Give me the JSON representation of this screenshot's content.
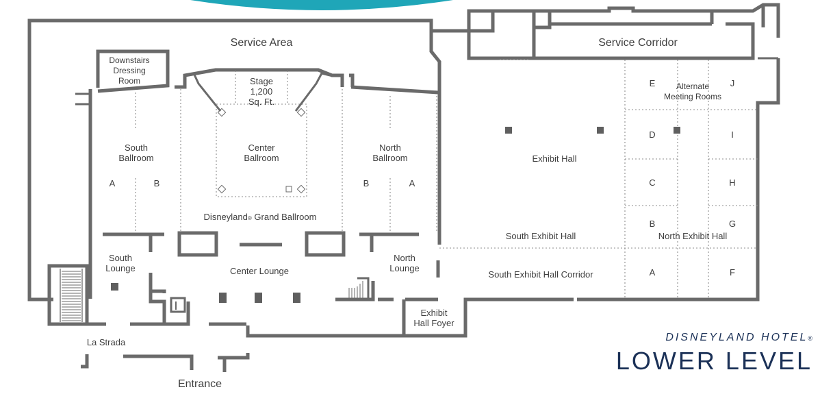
{
  "colors": {
    "wall": "#6a6a6a",
    "accent_arc": "#1fa6b8",
    "brand": "#1b3157",
    "text": "#3e3e3e"
  },
  "rooms": {
    "service_area": "Service Area",
    "service_corridor": "Service Corridor",
    "dressing_room": [
      "Downstairs",
      "Dressing",
      "Room"
    ],
    "stage": [
      "Stage",
      "1,200",
      "Sq. Ft."
    ],
    "south_ballroom": [
      "South",
      "Ballroom"
    ],
    "center_ballroom": [
      "Center",
      "Ballroom"
    ],
    "north_ballroom": [
      "North",
      "Ballroom"
    ],
    "south_ballroom_a": "A",
    "south_ballroom_b": "B",
    "north_ballroom_b": "B",
    "north_ballroom_a": "A",
    "grand_ballroom": "Disneyland",
    "grand_ballroom_reg": "®",
    "grand_ballroom_suffix": " Grand Ballroom",
    "south_lounge": [
      "South",
      "Lounge"
    ],
    "center_lounge": "Center Lounge",
    "north_lounge": [
      "North",
      "Lounge"
    ],
    "exhibit_hall_foyer": [
      "Exhibit",
      "Hall Foyer"
    ],
    "la_strada": "La Strada",
    "entrance": "Entrance",
    "exhibit_hall": "Exhibit Hall",
    "south_exhibit_hall": "South Exhibit Hall",
    "north_exhibit_hall": "North Exhibit Hall",
    "south_exhibit_hall_corridor": "South Exhibit Hall Corridor",
    "alternate_meeting_rooms": [
      "Alternate",
      "Meeting Rooms"
    ],
    "room_e": "E",
    "room_j": "J",
    "room_d": "D",
    "room_i": "I",
    "room_c": "C",
    "room_h": "H",
    "room_b": "B",
    "room_g": "G",
    "room_a": "A",
    "room_f": "F"
  },
  "brand": {
    "name": "DISNEYLAND HOTEL",
    "reg": "®",
    "level": "LOWER LEVEL"
  }
}
